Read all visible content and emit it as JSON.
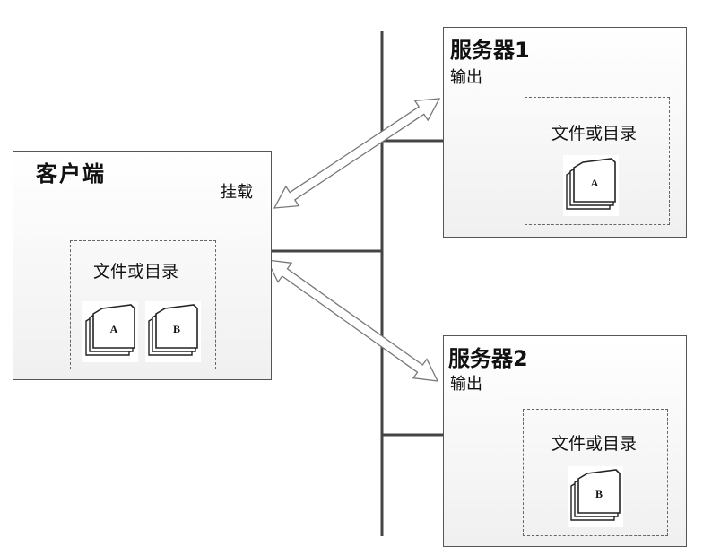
{
  "client": {
    "title": "客户端",
    "mount_label": "挂载",
    "folder_label": "文件或目录",
    "docs": [
      "A",
      "B"
    ]
  },
  "server1": {
    "title": "服务器1",
    "export_label": "输出",
    "folder_label": "文件或目录",
    "doc": "A"
  },
  "server2": {
    "title": "服务器2",
    "export_label": "输出",
    "folder_label": "文件或目录",
    "doc": "B"
  }
}
